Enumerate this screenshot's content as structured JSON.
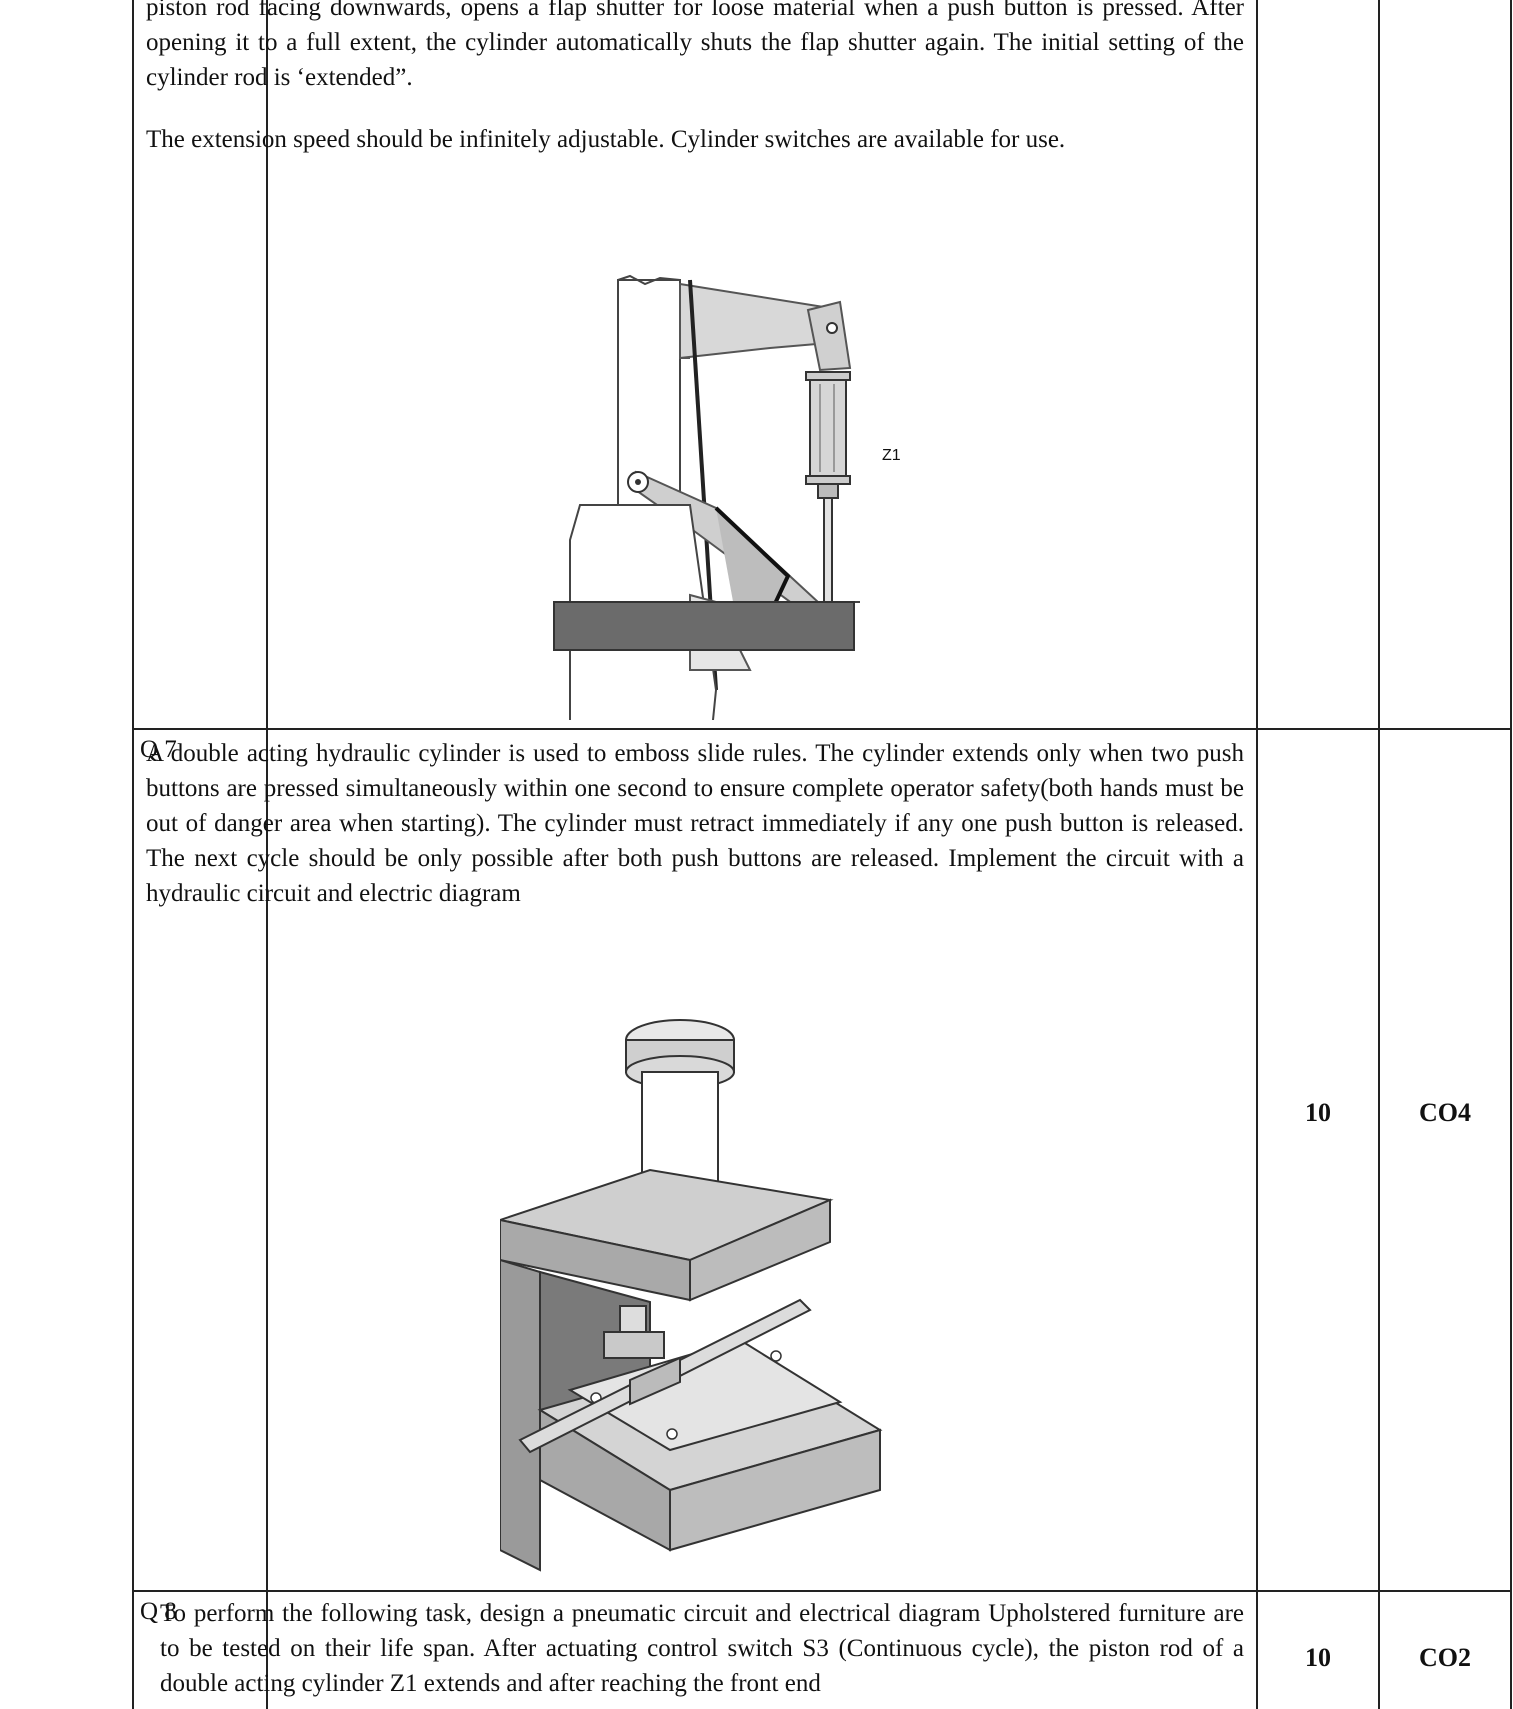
{
  "rows": [
    {
      "q": "",
      "paragraphs": [
        "piston rod facing downwards, opens a flap shutter for loose material when a push button is pressed. After opening it to a full extent, the cylinder automatically shuts the flap shutter again. The initial setting of the cylinder rod is ‘extended”.",
        "The extension speed should be infinitely adjustable. Cylinder switches are available for use."
      ],
      "figure_label": "Z1",
      "marks": "",
      "co": ""
    },
    {
      "q": "Q 7",
      "paragraphs": [
        "A double acting hydraulic cylinder is used to emboss slide rules. The cylinder extends only when two push buttons are pressed simultaneously within one second to ensure complete operator safety(both hands must be out of danger area when starting). The cylinder must retract immediately if any one push button is released. The next cycle should be only possible after both push buttons are released. Implement the circuit with a hydraulic circuit and electric diagram"
      ],
      "marks": "10",
      "co": "CO4"
    },
    {
      "q": "Q 8",
      "paragraphs": [
        "To perform the following task, design a pneumatic circuit and electrical diagram Upholstered furniture are to be tested on their life span. After actuating control switch S3 (Continuous cycle), the piston rod of a double acting cylinder Z1 extends and after reaching the front end"
      ],
      "marks": "10",
      "co": "CO2"
    }
  ]
}
